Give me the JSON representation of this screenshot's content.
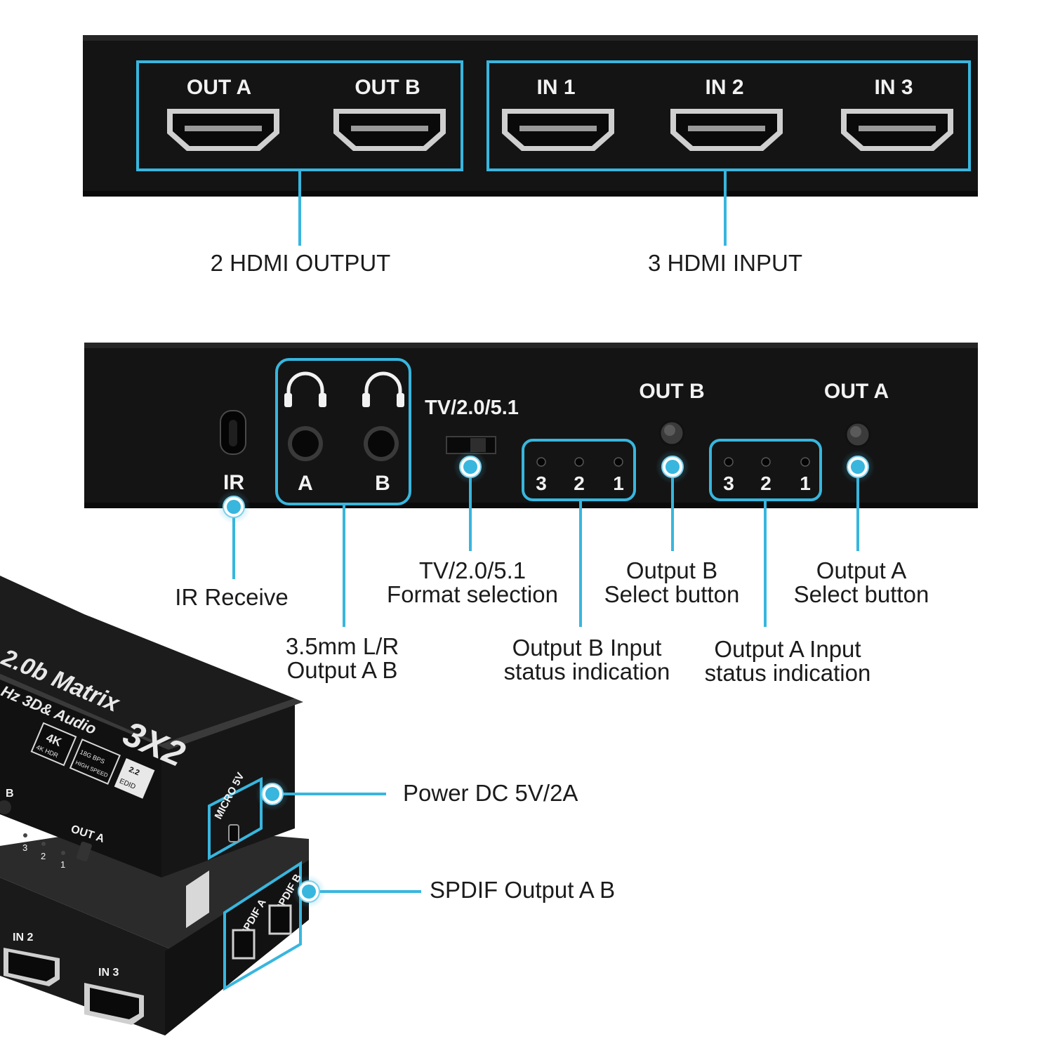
{
  "colors": {
    "accent": "#38b6de",
    "panel": "#141414",
    "panel_edge": "#2a2a2a",
    "silk": "#f2f2f2",
    "label_text": "#1b1b1b"
  },
  "top_panel": {
    "ports": [
      {
        "label": "OUT A",
        "icon": "hdmi-port-icon"
      },
      {
        "label": "OUT B",
        "icon": "hdmi-port-icon"
      },
      {
        "label": "IN 1",
        "icon": "hdmi-port-icon"
      },
      {
        "label": "IN 2",
        "icon": "hdmi-port-icon"
      },
      {
        "label": "IN 3",
        "icon": "hdmi-port-icon"
      }
    ]
  },
  "rear_panel": {
    "ir_label": "IR",
    "jack_a_label": "A",
    "jack_b_label": "B",
    "switch_label": "TV/2.0/5.1",
    "out_b_label": "OUT B",
    "out_a_label": "OUT A",
    "led_numbers": [
      "3",
      "2",
      "1"
    ],
    "headphone_icon": "headphone-icon"
  },
  "device_photo": {
    "brand_text": "2.0b Matrix",
    "brand_sub": "Hz 3D& Audio",
    "model": "3X2",
    "badge_4k": "4K",
    "badge_hdr": "4K HDR",
    "badge_speed": "18G BPS",
    "badge_speed_sub": "HIGH SPEED",
    "badge_edid_top": "2.2",
    "badge_edid": "EDID",
    "micro_label": "MICRO 5V",
    "out_a_label": "OUT A",
    "out_b_label": "B",
    "led_numbers": [
      "3",
      "2",
      "1"
    ],
    "spdif_a": "SPDIF A",
    "spdif_b": "SPDIF B",
    "in2_label": "IN 2",
    "in3_label": "IN 3"
  },
  "callouts": {
    "hdmi_output": "2 HDMI OUTPUT",
    "hdmi_input": "3 HDMI INPUT",
    "ir_receive": "IR Receive",
    "audio_line1": "3.5mm L/R",
    "audio_line2": "Output A B",
    "format_line1": "TV/2.0/5.1",
    "format_line2": "Format selection",
    "out_b_status_line1": "Output B Input",
    "out_b_status_line2": "status indication",
    "out_b_button_line1": "Output B",
    "out_b_button_line2": "Select button",
    "out_a_status_line1": "Output A Input",
    "out_a_status_line2": "status indication",
    "out_a_button_line1": "Output A",
    "out_a_button_line2": "Select button",
    "power": "Power DC 5V/2A",
    "spdif": "SPDIF Output A B"
  }
}
